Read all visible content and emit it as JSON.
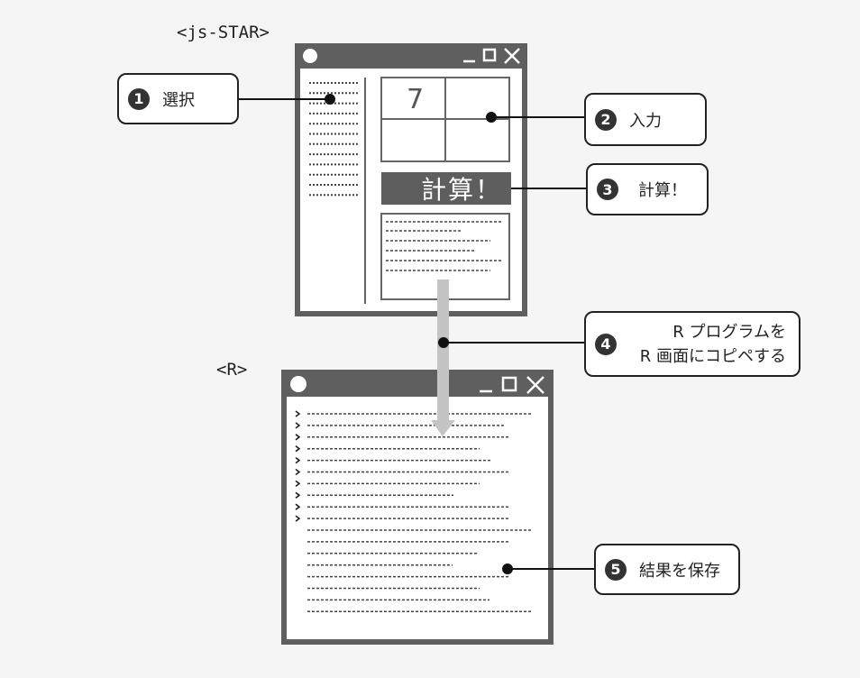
{
  "labels": {
    "jsstar": "<js-STAR>",
    "r": "<R>"
  },
  "jsstar_window": {
    "cell_value": "7",
    "calc_button": "計算！"
  },
  "callouts": [
    {
      "num": "1",
      "text": "選択"
    },
    {
      "num": "2",
      "text": "入力"
    },
    {
      "num": "3",
      "text": "計算！"
    },
    {
      "num": "4",
      "line1": "R プログラムを",
      "line2": "R 画面にコピペする"
    },
    {
      "num": "5",
      "text": "結果を保存"
    }
  ],
  "colors": {
    "frame": "#5f5f5f",
    "panel_border": "#666666",
    "arrow": "#c4c4c4",
    "callout_border": "#222222"
  }
}
